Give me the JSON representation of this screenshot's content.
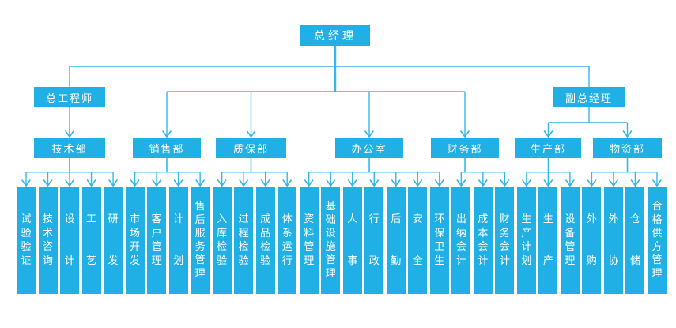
{
  "colors": {
    "box": "#21b0e6",
    "line": "#32b7ea",
    "rail": "#6fcdf2",
    "text": "#ffffff",
    "background": "#ffffff"
  },
  "org": {
    "root": {
      "label": "总经理"
    },
    "managers": [
      {
        "label": "总工程师"
      },
      {
        "label": "副总经理"
      }
    ],
    "departments": [
      {
        "label": "技术部",
        "parent": "总工程师",
        "children": [
          "试验验证",
          "技术咨询",
          "设计",
          "工艺",
          "研发"
        ]
      },
      {
        "label": "销售部",
        "parent": "总经理",
        "children": [
          "市场开发",
          "客户管理",
          "计划",
          "售后服务管理"
        ]
      },
      {
        "label": "质保部",
        "parent": "总经理",
        "children": [
          "入库检验",
          "过程检验",
          "成品检验",
          "体系运行"
        ]
      },
      {
        "label": "办公室",
        "parent": "总经理",
        "children": [
          "资料管理",
          "基础设施管理",
          "人事",
          "行政",
          "后勤",
          "安全",
          "环保卫生"
        ]
      },
      {
        "label": "财务部",
        "parent": "总经理",
        "children": [
          "出纳会计",
          "成本会计",
          "财务会计"
        ]
      },
      {
        "label": "生产部",
        "parent": "副总经理",
        "children": [
          "生产计划",
          "生产",
          "设备管理"
        ]
      },
      {
        "label": "物资部",
        "parent": "副总经理",
        "children": [
          "外购",
          "外协",
          "仓储",
          "合格供方管理"
        ]
      }
    ]
  }
}
